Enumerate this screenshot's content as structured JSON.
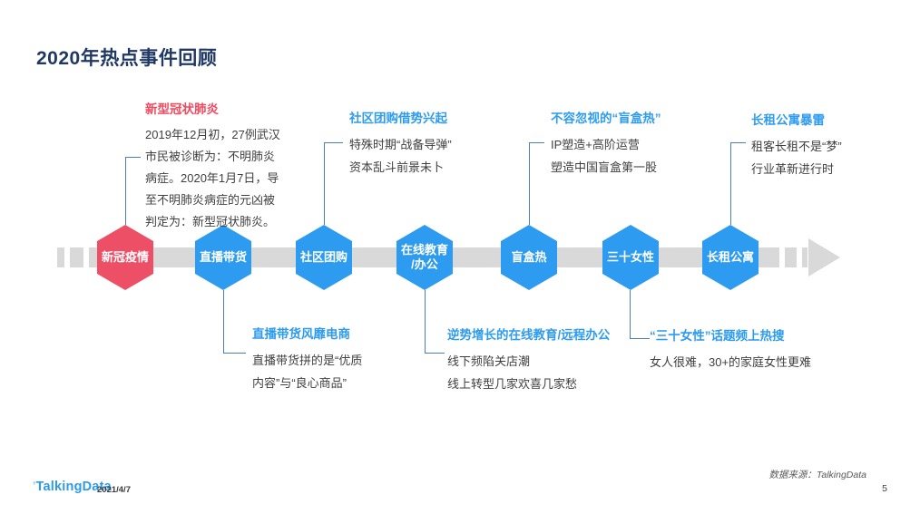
{
  "slide": {
    "title": "2020年热点事件回顾",
    "footer": {
      "logo_tick": "’",
      "logo_text": "TalkingData",
      "date": "2021/4/7",
      "source": "数据来源：TalkingData",
      "page_number": "5"
    }
  },
  "colors": {
    "title_navy": "#1F3864",
    "accent_blue": "#2D9BF0",
    "accent_red": "#EC4F66",
    "timeline_gray": "#D9D9D9",
    "connector_blue": "#4D7EB8",
    "body_text": "#3F3F3F"
  },
  "timeline": {
    "nodes": [
      {
        "label": "新冠疫情"
      },
      {
        "label": "直播带货"
      },
      {
        "label": "社区团购"
      },
      {
        "label": "在线教育\n/办公"
      },
      {
        "label": "盲盒热"
      },
      {
        "label": "三十女性"
      },
      {
        "label": "长租公寓"
      }
    ]
  },
  "annotations": [
    {
      "title": "新型冠状肺炎",
      "body": "2019年12月初，27例武汉\n市民被诊断为：不明肺炎\n病症。2020年1月7日，导\n至不明肺炎病症的元凶被\n判定为：新型冠状肺炎。"
    },
    {
      "title": "社区团购借势兴起",
      "body": "特殊时期“战备导弹”\n资本乱斗前景未卜"
    },
    {
      "title": "不容忽视的“盲盒热”",
      "body": "IP塑造+高阶运营\n塑造中国盲盒第一股"
    },
    {
      "title": "长租公寓暴雷",
      "body": "租客长租不是“梦”\n行业革新进行时"
    },
    {
      "title": "直播带货风靡电商",
      "body": "直播带货拼的是“优质\n内容”与“良心商品”"
    },
    {
      "title": "逆势增长的在线教育/远程办公",
      "body": "线下频陷关店潮\n线上转型几家欢喜几家愁"
    },
    {
      "title": "“三十女性”话题频上热搜",
      "body": "女人很难，30+的家庭女性更难"
    }
  ]
}
